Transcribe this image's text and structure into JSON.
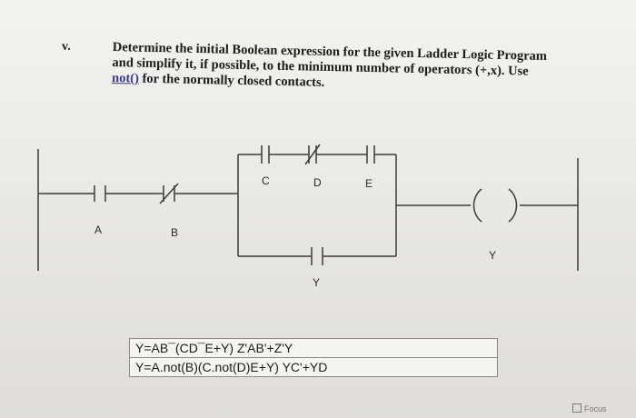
{
  "question": {
    "number": "v.",
    "line1": "Determine the initial Boolean expression for the given Ladder Logic Program",
    "line2": "and simplify it, if possible, to the minimum number of operators (+,x). Use",
    "line3_link": "not()",
    "line3_rest": " for the normally closed contacts."
  },
  "diagram": {
    "labels": {
      "a": "A",
      "b": "B",
      "c": "C",
      "d": "D",
      "e": "E",
      "y_branch": "Y",
      "y_coil": "Y"
    }
  },
  "answers": {
    "line1": "Y=AB¯(CD¯E+Y) Z'AB'+Z'Y",
    "line2": "Y=A.not(B)(C.not(D)E+Y) YC'+YD"
  },
  "footer": {
    "focus_label": "Focus"
  }
}
